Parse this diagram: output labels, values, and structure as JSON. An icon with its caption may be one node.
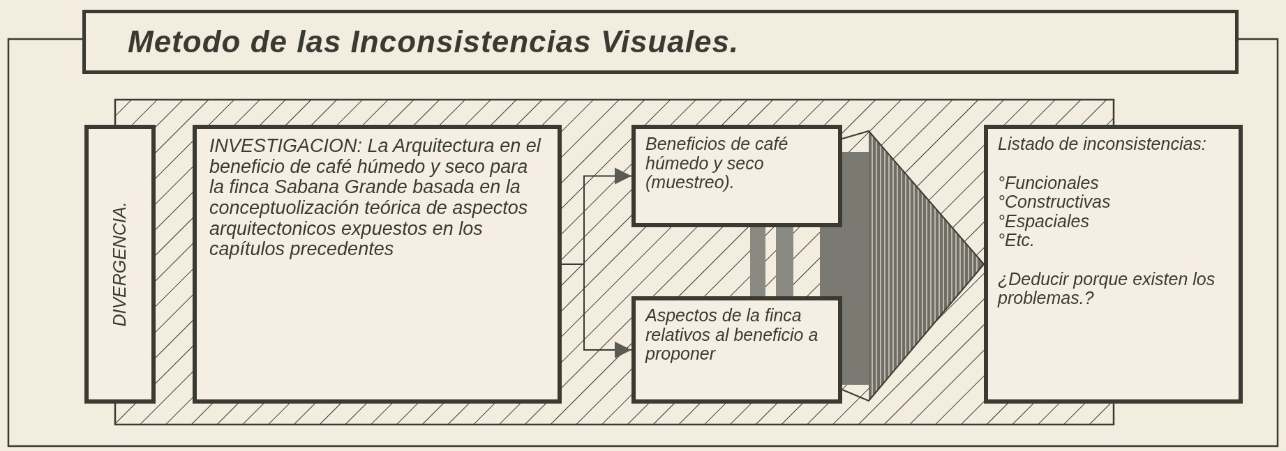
{
  "diagram": {
    "title": "Metodo de las Inconsistencias Visuales.",
    "nodes": [
      {
        "text": [
          "DIVERGENCIA."
        ]
      },
      {
        "text": [
          "INVESTIGACION: La Arquitectura en el beneficio de café húmedo y seco para la finca Sabana Grande basada en la conceptuolización teórica de aspectos arquitectonicos expuestos en los capítulos precedentes"
        ]
      },
      {
        "text": [
          "Beneficios de café húmedo y seco (muestreo)."
        ]
      },
      {
        "text": [
          "Aspectos de la finca relativos al beneficio a proponer"
        ]
      },
      {
        "text": [
          "Listado de inconsistencias:",
          "°Funcionales",
          "°Constructivas",
          "°Espaciales",
          "°Etc.",
          "¿Deducir porque existen los problemas.?"
        ]
      }
    ],
    "edges": [
      {
        "from": 1,
        "to": 2,
        "arrow": "to"
      },
      {
        "from": 1,
        "to": 3,
        "arrow": "to"
      },
      {
        "from": 2,
        "to": 4,
        "arrow": "none"
      },
      {
        "from": 3,
        "to": 4,
        "arrow": "none"
      }
    ]
  }
}
